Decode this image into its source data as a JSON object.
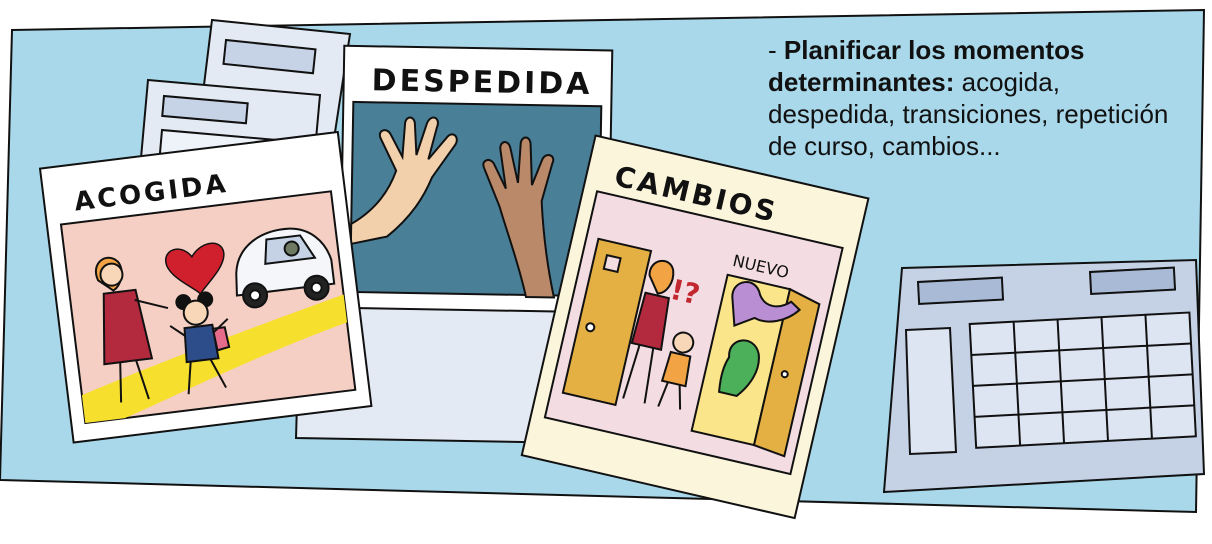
{
  "cards": {
    "acogida": "ACOGIDA",
    "despedida": "DESPEDIDA",
    "cambios": "CAMBIOS",
    "nuevo_sign": "NUEVO",
    "surprise": "!?"
  },
  "caption": {
    "dash": "- ",
    "bold": "Planificar los momentos determinantes:",
    "rest": " acogida, despedida, transiciones, repetición de curso, cambios..."
  },
  "colors": {
    "background": "#a8d8ea",
    "paper": "#e4eaf4",
    "calendar": "#c5d2e6",
    "acogida_scene": "#f5cfc3",
    "despedida_scene": "#4a7f98",
    "cambios_card": "#fbf5dc",
    "cambios_scene": "#f3dde2",
    "door": "#e4b043",
    "path": "#f7df2e"
  }
}
